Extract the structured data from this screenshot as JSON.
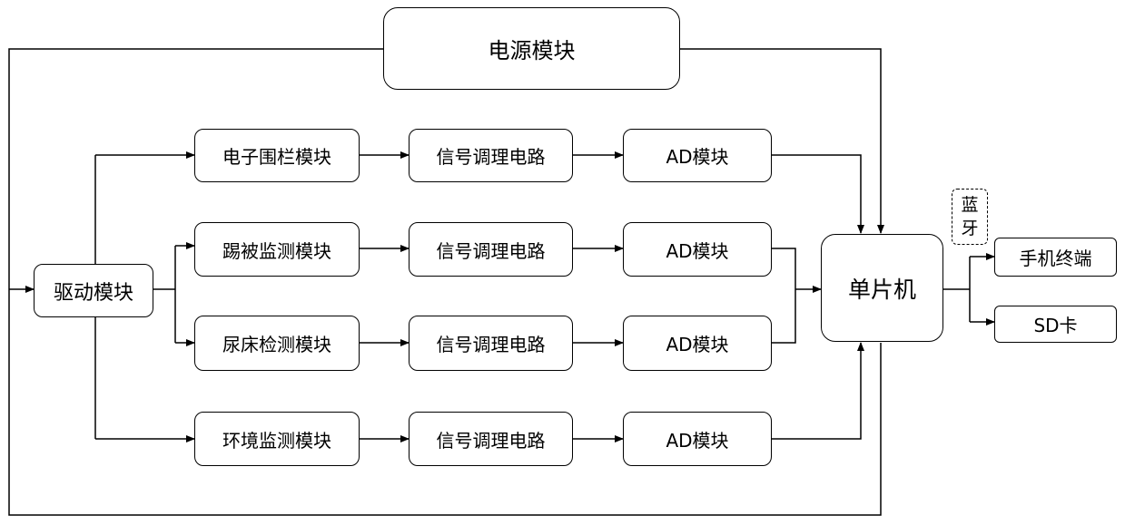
{
  "diagram": {
    "power": "电源模块",
    "driver": "驱动模块",
    "mcu": "单片机",
    "branches": [
      {
        "sensor": "电子围栏模块",
        "conditioning": "信号调理电路",
        "ad": "AD模块"
      },
      {
        "sensor": "踢被监测模块",
        "conditioning": "信号调理电路",
        "ad": "AD模块"
      },
      {
        "sensor": "尿床检测模块",
        "conditioning": "信号调理电路",
        "ad": "AD模块"
      },
      {
        "sensor": "环境监测模块",
        "conditioning": "信号调理电路",
        "ad": "AD模块"
      }
    ],
    "bluetooth": [
      "蓝",
      "牙"
    ],
    "phone": "手机终端",
    "sd": "SD卡"
  }
}
